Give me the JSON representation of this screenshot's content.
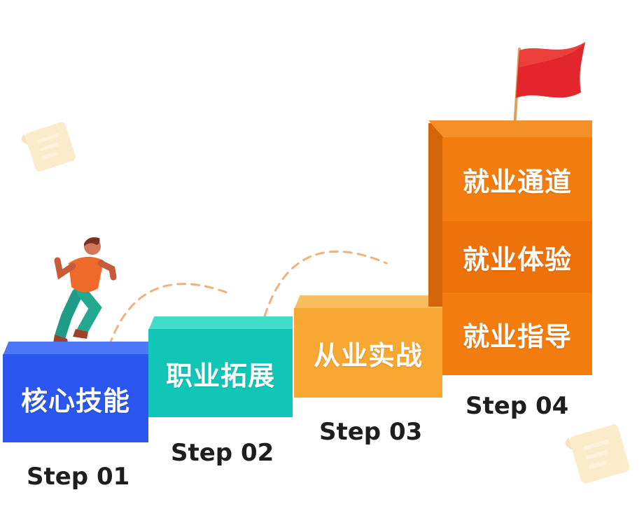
{
  "steps": [
    {
      "label": "Step 01",
      "title": "核心技能"
    },
    {
      "label": "Step 02",
      "title": "职业拓展"
    },
    {
      "label": "Step 03",
      "title": "从业实战"
    },
    {
      "label": "Step 04",
      "items": [
        "就业通道",
        "就业体验",
        "就业指导"
      ]
    }
  ],
  "colors": {
    "step1": "#2b57f0",
    "step2": "#12c6b7",
    "step3": "#f6a832",
    "step4": "#f47d0f",
    "dashed_arc": "#f3b07a",
    "flag": "#e3262b"
  },
  "icons": [
    "runner-figure",
    "red-flag",
    "paper-scroll-icon"
  ]
}
